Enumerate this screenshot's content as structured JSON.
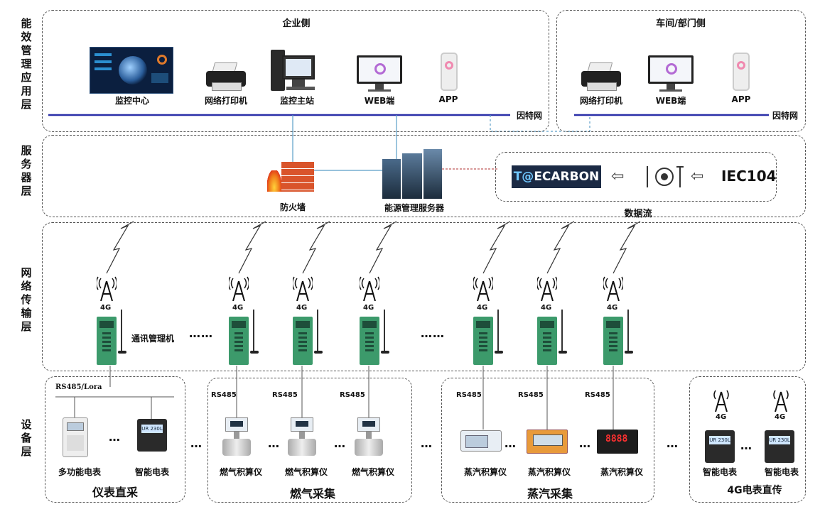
{
  "layers": {
    "app": "能效管理应用层",
    "server": "服务器层",
    "network": "网络传输层",
    "device": "设备层"
  },
  "enterprise": {
    "title": "企业侧",
    "items": [
      "监控中心",
      "网络打印机",
      "监控主站",
      "WEB端",
      "APP"
    ],
    "internet": "因特网"
  },
  "workshop": {
    "title": "车间/部门侧",
    "items": [
      "网络打印机",
      "WEB端",
      "APP"
    ],
    "internet": "因特网"
  },
  "server": {
    "firewall": "防火墙",
    "server_label": "能源管理服务器",
    "dataflow": "数据流",
    "iec": "IEC104",
    "logo_left": "T@",
    "logo_right": "ECARBON"
  },
  "network": {
    "g4": "4G",
    "comm_manager": "通讯管理机",
    "dots": "……"
  },
  "device": {
    "rs485_lora": "RS485/Lora",
    "rs485": "RS485",
    "multi_meter": "多功能电表",
    "smart_meter": "智能电表",
    "gas_calc": "燃气积算仪",
    "steam_calc": "蒸汽积算仪",
    "group_meter": "仪表直采",
    "group_gas": "燃气采集",
    "group_steam": "蒸汽采集",
    "group_4g": "4G电表直传",
    "meter_screen": "UR 230L",
    "steam_display": "8888",
    "ellipsis": "…"
  },
  "colors": {
    "bus": "#2a2fa8",
    "link": "#5a9ec8",
    "device_green": "#3c9a6b",
    "brick": "#d9542b"
  }
}
